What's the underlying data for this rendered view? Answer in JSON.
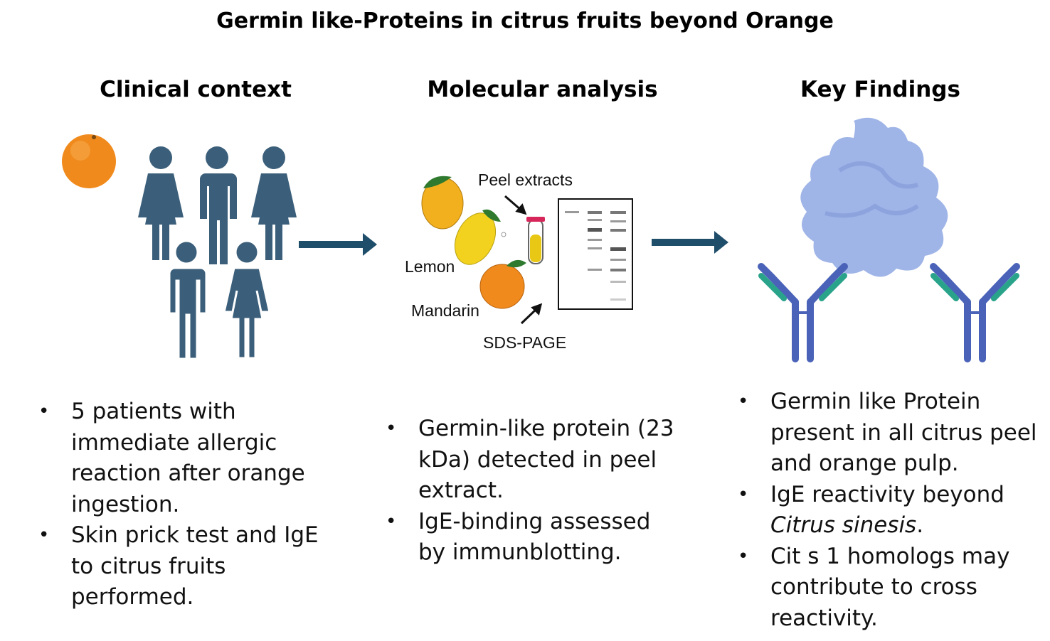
{
  "title": "Germin like-Proteins in citrus fruits beyond Orange",
  "columns": {
    "clinical": {
      "heading": "Clinical context",
      "bullets": [
        "5 patients with immediate allergic reaction after orange ingestion.",
        "Skin prick test and IgE to citrus fruits performed."
      ]
    },
    "molecular": {
      "heading": "Molecular analysis",
      "labels": {
        "peel": "Peel extracts",
        "lemon": "Lemon",
        "mandarin": "Mandarin",
        "sds": "SDS-PAGE"
      },
      "bullets": [
        "Germin-like protein (23 kDa) detected in peel extract.",
        "IgE-binding assessed by immunblotting."
      ]
    },
    "findings": {
      "heading": "Key Findings",
      "bullets": [
        {
          "text": "Germin like Protein present in all citrus peel and orange pulp."
        },
        {
          "text_before": "IgE reactivity beyond ",
          "italic": "Citrus sinesis",
          "text_after": "."
        },
        {
          "text": "Cit s 1 homologs may contribute to cross reactivity."
        }
      ]
    }
  },
  "colors": {
    "people": "#3b5f7a",
    "arrow": "#1f4e6b",
    "orange": "#f08a1c",
    "lemon": "#f2d21e",
    "protein": "#9ab0e6",
    "antibody_heavy": "#4a63b8",
    "antibody_light": "#2aa38b"
  }
}
